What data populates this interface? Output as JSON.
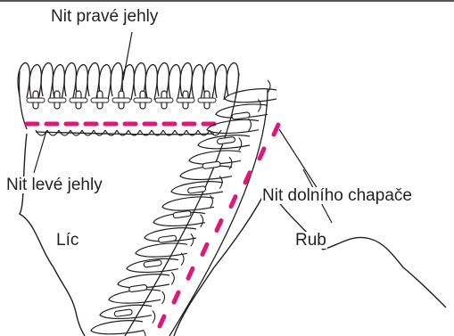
{
  "labels": {
    "right_needle_thread": "Nit pravé jehly",
    "left_needle_thread": "Nit levé jehly",
    "looper_thread": "Nit dolního chapače",
    "face": "Líc",
    "back": "Rub"
  },
  "colors": {
    "outline": "#231f20",
    "needle_stitch": "#e0177a",
    "background": "#ffffff"
  }
}
